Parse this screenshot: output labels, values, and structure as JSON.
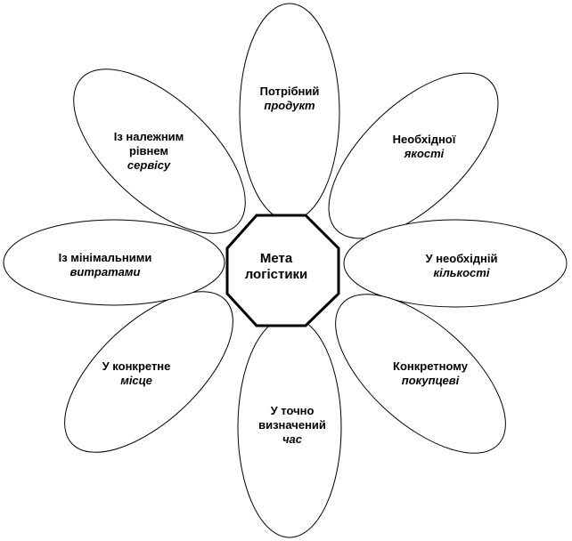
{
  "diagram": {
    "center": {
      "line1": "Мета",
      "line2": "логістики"
    },
    "petals": [
      {
        "id": "product",
        "lines": [
          {
            "text": "Потрібний",
            "italic": false
          },
          {
            "text": "продукт",
            "italic": true
          }
        ]
      },
      {
        "id": "quality",
        "lines": [
          {
            "text": "Необхідної",
            "italic": false
          },
          {
            "text": "якості",
            "italic": true
          }
        ]
      },
      {
        "id": "quantity",
        "lines": [
          {
            "text": "У необхідній",
            "italic": false
          },
          {
            "text": "кількості",
            "italic": true
          }
        ]
      },
      {
        "id": "customer",
        "lines": [
          {
            "text": "Конкретному",
            "italic": false
          },
          {
            "text": "покупцеві",
            "italic": true
          }
        ]
      },
      {
        "id": "time",
        "lines": [
          {
            "text": "У точно",
            "italic": false
          },
          {
            "text": "визначений",
            "italic": false
          },
          {
            "text": "час",
            "italic": true
          }
        ]
      },
      {
        "id": "place",
        "lines": [
          {
            "text": "У конкретне",
            "italic": false
          },
          {
            "text": "місце",
            "italic": true
          }
        ]
      },
      {
        "id": "costs",
        "lines": [
          {
            "text": "Із мінімальними",
            "italic": false
          },
          {
            "text": "витратами",
            "italic": true
          }
        ]
      },
      {
        "id": "service",
        "lines": [
          {
            "text": "Із належним",
            "italic": false
          },
          {
            "text": "рівнем",
            "italic": false
          },
          {
            "text": "сервісу",
            "italic": true
          }
        ]
      }
    ]
  }
}
